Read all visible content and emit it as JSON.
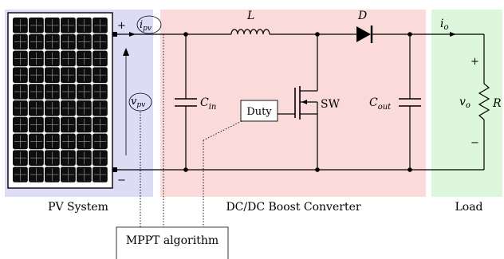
{
  "colors": {
    "pv_region": "#dcdcf6",
    "converter_region": "#fbdada",
    "load_region": "#dcf7dc",
    "cell": "#0e0e0e",
    "grid": "#7f7f7f"
  },
  "regions": {
    "pv": "PV System",
    "converter": "DC/DC Boost Converter",
    "load": "Load"
  },
  "labels": {
    "inductor_main": "L",
    "diode_main": "D",
    "current_out_main": "i",
    "current_out_sub": "o",
    "current_pv_main": "i",
    "current_pv_sub": "pv",
    "voltage_pv_main": "v",
    "voltage_pv_sub": "pv",
    "cin_main": "C",
    "cin_sub": "in",
    "cout_main": "C",
    "cout_sub": "out",
    "vo_main": "v",
    "vo_sub": "o",
    "resistor": "R",
    "switch": "SW",
    "duty": "Duty",
    "mppt": "MPPT algorithm",
    "plus": "+",
    "minus": "−"
  },
  "pv_panel": {
    "columns": 6,
    "rows": 10
  }
}
